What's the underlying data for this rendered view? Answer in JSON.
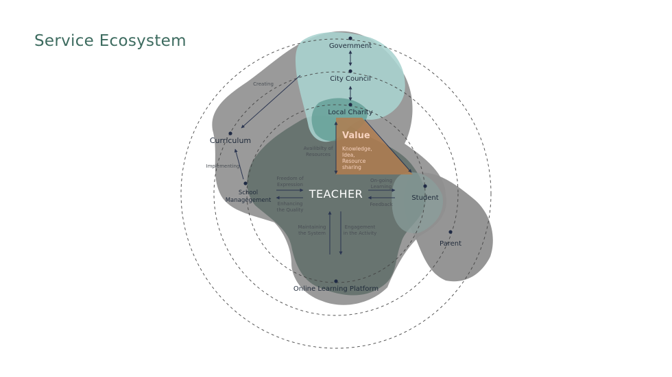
{
  "title": "Service Ecosystem",
  "nodes": {
    "government": "Government",
    "city_council": "City Council",
    "local_charity": "Local Charity",
    "curriculum": "Curriculum",
    "school_line1": "School",
    "school_line2": "Managegement",
    "teacher": "TEACHER",
    "student": "Student",
    "parent": "Parent",
    "online_platform": "Online Learning Platform"
  },
  "value": {
    "title": "Value",
    "line1": "Knowledge,",
    "line2": "Idea,",
    "line3": "Resource",
    "line4": "sharing"
  },
  "labels": {
    "creating": "Creating",
    "implementing": "Implementing",
    "availability_1": "Availibilty of",
    "availability_2": "Resources",
    "freedom_1": "Freedom of",
    "freedom_2": "Expression",
    "enhancing_1": "Enhancing",
    "enhancing_2": "the Quality",
    "ongoing_1": "On-going",
    "ongoing_2": "Learning",
    "feedback": "Feedback",
    "maintaining_1": "Maintaining",
    "maintaining_2": "the System",
    "engagement_1": "Engagement",
    "engagement_2": "in the Activity"
  },
  "colors": {
    "title": "#3d6b5f",
    "blob_grey": "#8f8f8f",
    "blob_dark": "#5f6d68",
    "blob_teal": "#a9d3cf",
    "value_fill": "#b07d4f",
    "node_dot": "#1f2a44"
  }
}
